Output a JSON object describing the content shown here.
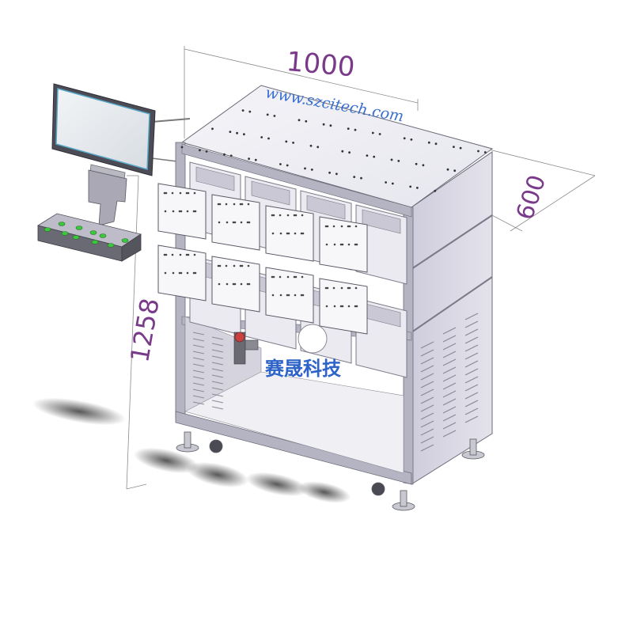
{
  "dimensions": {
    "width": "1000",
    "depth": "600",
    "height": "1258"
  },
  "website": "www.szcitech.com",
  "brand": "赛晟科技",
  "colors": {
    "dimension": "#7a3a8a",
    "website": "#3a6fd0",
    "brand": "#2e63c8",
    "frame": "#9a9aa8",
    "panel": "#dcdbe6",
    "screen": "#5aa8c8",
    "button": "#3cc83c"
  }
}
